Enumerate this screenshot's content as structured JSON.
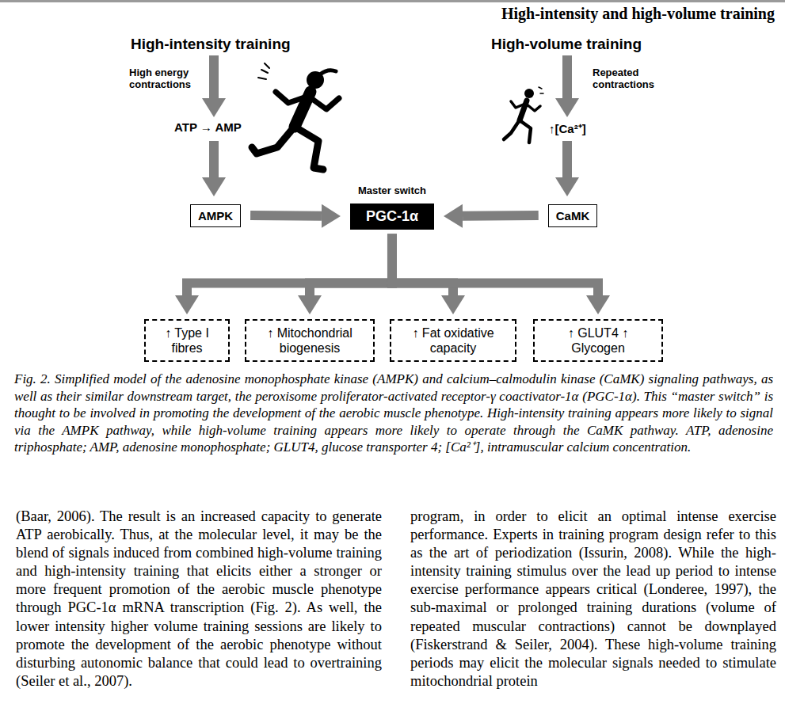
{
  "diagram": {
    "caption": "Fig. 2. Simplified model of the adenosine monophosphate kinase (AMPK) and calcium–calmodulin kinase (CaMK) signaling pathways, as well as their similar downstream target, the peroxisome proliferator-activated receptor-γ coactivator-1α (PGC-1α). This “master switch” is thought to be involved in promoting the development of the aerobic muscle phenotype. High-intensity training appears more likely to signal via the AMPK pathway, while high-volume training appears more likely to operate through the CaMK pathway. ATP, adenosine triphosphate; AMP, adenosine monophosphate; GLUT4, glucose transporter 4; [Ca²⁺], intramuscular calcium concentration.",
    "nodes": [
      {
        "text": [
          "AMPK"
        ]
      },
      {
        "text": [
          "Master switch",
          "PGC-1α"
        ]
      },
      {
        "text": [
          "CaMK"
        ]
      },
      {
        "text": [
          "↑ Type I fibres"
        ]
      },
      {
        "text": [
          "↑ Mitochondrial biogenesis"
        ]
      },
      {
        "text": [
          "↑ Fat oxidative capacity"
        ]
      },
      {
        "text": [
          "↑ GLUT4 ↑ Glycogen"
        ]
      }
    ],
    "edges": [
      {
        "from": 0,
        "to": 1,
        "arrow": "to"
      },
      {
        "from": 2,
        "to": 1,
        "arrow": "to"
      },
      {
        "from": 1,
        "to": 3,
        "arrow": "to"
      },
      {
        "from": 1,
        "to": 4,
        "arrow": "to"
      },
      {
        "from": 1,
        "to": 5,
        "arrow": "to"
      },
      {
        "from": 1,
        "to": 6,
        "arrow": "to"
      }
    ],
    "labels": [
      "High-intensity and high-volume training",
      "High-intensity training",
      "High energy contractions",
      "ATP → AMP",
      "High-volume training",
      "Repeated contractions",
      "↑[Ca²⁺]",
      "(Baar, 2006). The result is an increased capacity to generate ATP aerobically. Thus, at the molecular level, it may be the blend of signals induced from combined high-volume training and high-intensity training that elicits either a stronger or more frequent promotion of the aerobic muscle phenotype through PGC-1α mRNA transcription (Fig. 2). As well, the lower intensity higher volume training sessions are likely to promote the development of the aerobic phenotype without disturbing autonomic balance that could lead to overtraining (Seiler et al., 2007).",
      "program, in order to elicit an optimal intense exercise performance. Experts in training program design refer to this as the art of periodization (Issurin, 2008). While the high-intensity training stimulus over the lead up period to intense exercise performance appears critical (Londeree, 1997), the sub-maximal or prolonged training durations (volume of repeated muscular contractions) cannot be downplayed (Fiskerstrand & Seiler, 2004). These high-volume training periods may elicit the molecular signals needed to stimulate mitochondrial protein"
    ]
  }
}
